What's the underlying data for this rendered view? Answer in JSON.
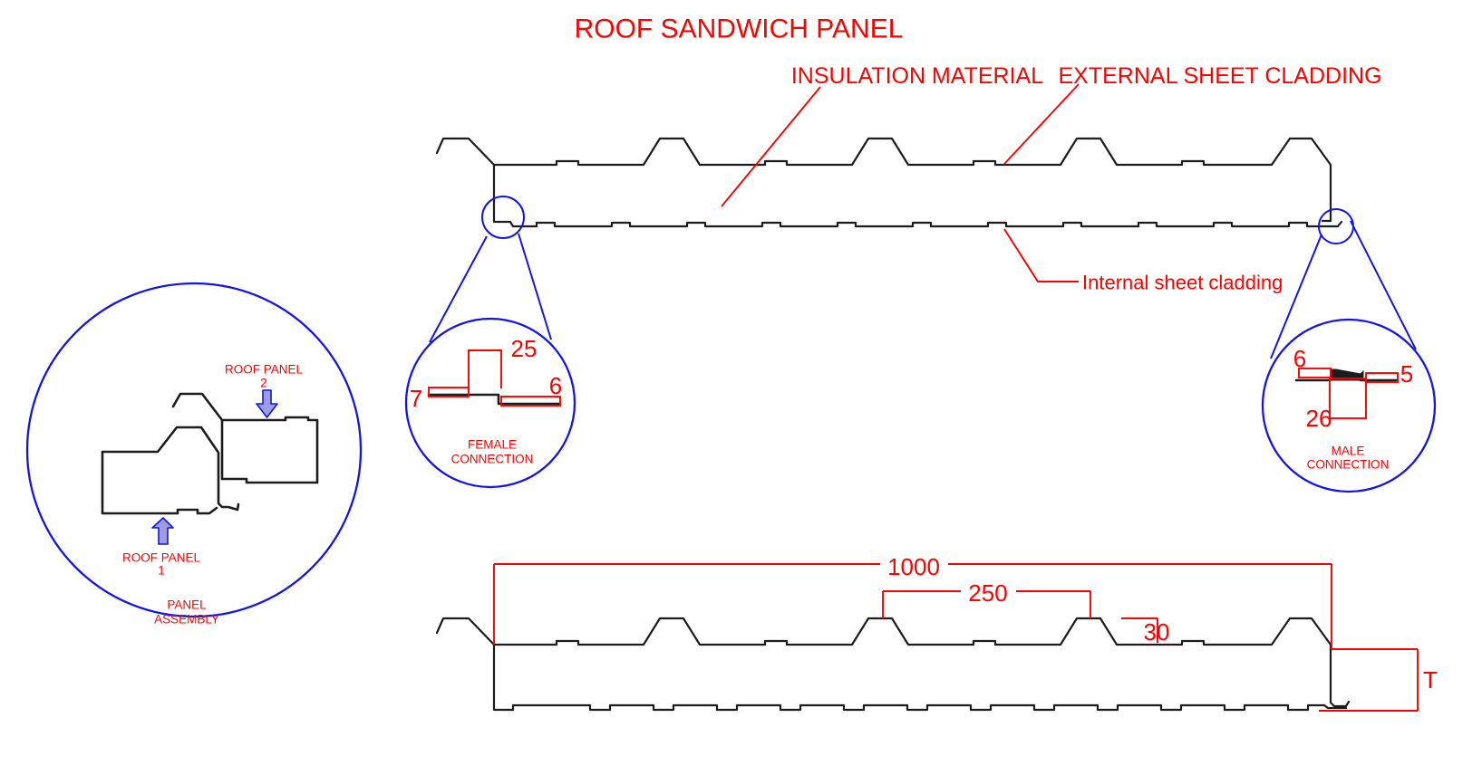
{
  "title": "ROOF SANDWICH PANEL",
  "labels": {
    "insulation": "INSULATION MATERIAL",
    "external": "EXTERNAL SHEET CLADDING",
    "internal": "Internal sheet cladding"
  },
  "dimensions": {
    "panel_width": "1000",
    "rib_pitch": "250",
    "rib_height": "30",
    "panel_thickness": "T"
  },
  "female_detail": {
    "dim_height": "25",
    "dim_left": "7",
    "dim_right": "6",
    "caption_line1": "FEMALE",
    "caption_line2": "CONNECTION"
  },
  "male_detail": {
    "dim_top": "6",
    "dim_right": "5",
    "dim_depth": "26",
    "caption_line1": "MALE",
    "caption_line2": "CONNECTION"
  },
  "assembly_detail": {
    "panel2_label": "ROOF PANEL",
    "panel2_number": "2",
    "panel1_label": "ROOF PANEL",
    "panel1_number": "1",
    "caption_line1": "PANEL",
    "caption_line2": "ASSEMBLY"
  },
  "colors": {
    "annotation_red": "#fe0000",
    "callout_blue": "#1414e8",
    "line_black": "#1c1c1c",
    "arrow_fill": "#9d9de0"
  }
}
